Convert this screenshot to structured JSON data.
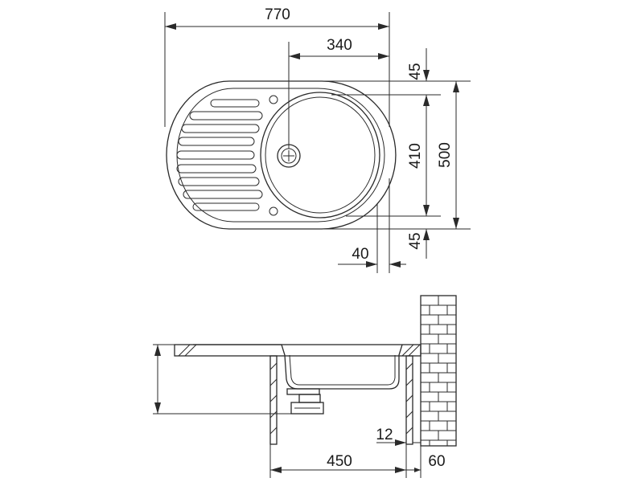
{
  "dimensions": {
    "overall_width": "770",
    "drain_offset": "340",
    "top_margin": "45",
    "bowl_depth": "410",
    "overall_depth": "500",
    "bottom_margin": "45",
    "edge_offset": "40",
    "cabinet_width": "450",
    "wall_gap": "12",
    "wall_thickness": "60"
  },
  "colors": {
    "line": "#2a2a2a",
    "background": "#ffffff"
  }
}
